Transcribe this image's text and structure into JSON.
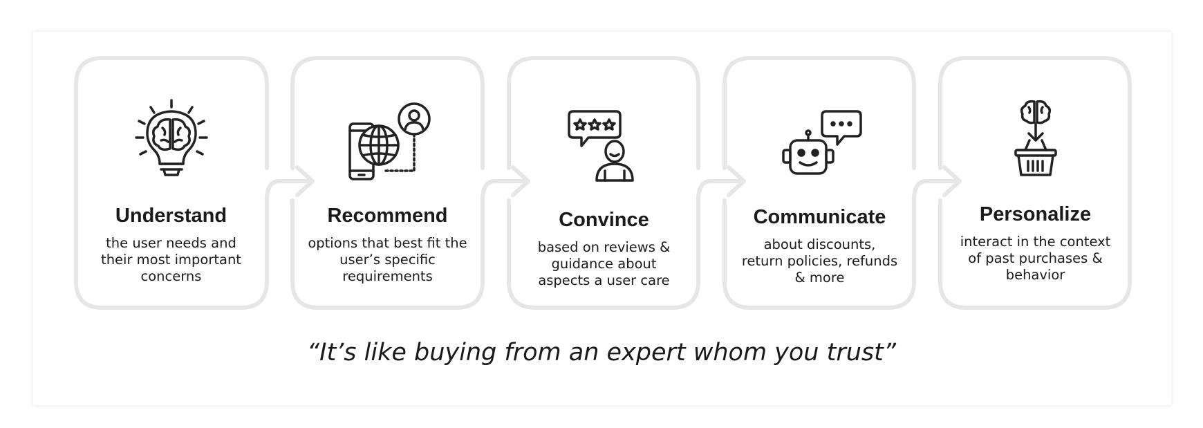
{
  "steps": [
    {
      "title": "Understand",
      "desc_lines": [
        "the user needs and",
        "their most important",
        "concerns"
      ],
      "icon": "lightbulb-brain-icon"
    },
    {
      "title": "Recommend",
      "desc_lines": [
        "options that best fit the",
        "user’s specific",
        "requirements"
      ],
      "icon": "globe-phone-user-icon"
    },
    {
      "title": "Convince",
      "desc_lines": [
        "based on reviews &",
        "guidance about",
        "aspects a user care"
      ],
      "icon": "review-person-icon"
    },
    {
      "title": "Communicate",
      "desc_lines": [
        "about discounts,",
        "return policies, refunds",
        "& more"
      ],
      "icon": "chatbot-icon"
    },
    {
      "title": "Personalize",
      "desc_lines": [
        "interact in the context",
        "of past purchases &",
        "behavior"
      ],
      "icon": "brain-basket-icon"
    }
  ],
  "quote": "“It’s like buying from an expert whom you trust”",
  "colors": {
    "outline": "#e6e6e6",
    "text": "#1a1a1a",
    "icon": "#222222"
  }
}
